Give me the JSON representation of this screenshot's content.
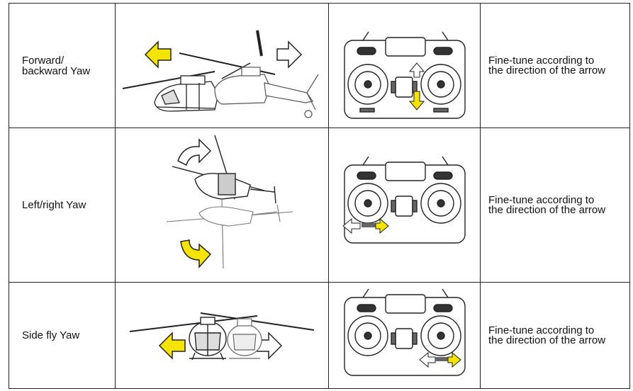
{
  "rows": [
    {
      "label_line1": "Forward/",
      "label_line2": "backward Yaw",
      "instruction_line1": "Fine-tune according to",
      "instruction_line2": "the direction of the arrow"
    },
    {
      "label_line1": "Left/right Yaw",
      "instruction_line1": "Fine-tune according to",
      "instruction_line2": "the direction of the arrow"
    },
    {
      "label_line1": "Side fly Yaw",
      "instruction_line1": "Fine-tune according to",
      "instruction_line2": "the direction of the arrow"
    }
  ],
  "colors": {
    "arrow_fill": "#f5e400",
    "line": "#222222"
  }
}
